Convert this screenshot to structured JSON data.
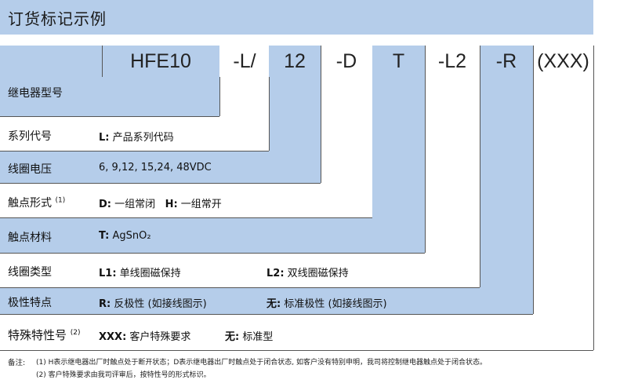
{
  "title": "订货标记示例",
  "codes": [
    "HFE10",
    "-L/",
    "12",
    "-D",
    "T",
    "-L2",
    "-R",
    "(XXX)"
  ],
  "rows": [
    {
      "label": "继电器型号",
      "sup": "",
      "desc": []
    },
    {
      "label": "系列代号",
      "sup": "",
      "desc": [
        {
          "key": "L:",
          "text": "产品系列代码"
        }
      ]
    },
    {
      "label": "线圈电压",
      "sup": "",
      "desc": [
        {
          "key": "",
          "text": "6, 9,12, 15,24, 48VDC"
        }
      ]
    },
    {
      "label": "触点形式",
      "sup": "(1)",
      "desc": [
        {
          "key": "D:",
          "text": "一组常闭"
        },
        {
          "key": "H:",
          "text": "一组常开"
        }
      ]
    },
    {
      "label": "触点材料",
      "sup": "",
      "desc": [
        {
          "key": "T:",
          "text": "AgSnO₂"
        }
      ]
    },
    {
      "label": "线圈类型",
      "sup": "",
      "desc": [
        {
          "key": "L1:",
          "text": "单线圈磁保持"
        },
        {
          "key": "L2:",
          "text": "双线圈磁保持"
        }
      ]
    },
    {
      "label": "极性特点",
      "sup": "",
      "desc": [
        {
          "key": "R:",
          "text": "反极性 (如接线图示)"
        },
        {
          "key": "无:",
          "text": "标准极性 (如接线图示)"
        }
      ]
    },
    {
      "label": "特殊特性号",
      "sup": "(2)",
      "desc": [
        {
          "key": "XXX:",
          "text": "客户特殊要求"
        },
        {
          "key": "无:",
          "text": "标准型"
        }
      ]
    }
  ],
  "notes": {
    "label": "备注:",
    "line1": "(1) H表示继电器出厂时触点处于断开状态；D表示继电器出厂时触点处于闭合状态, 如客户没有特别申明，我司将控制继电器触点处于闭合状态。",
    "line2": "(2) 客户特殊要求由我司评审后，按特性号的形式标识。"
  },
  "colors": {
    "blue": "#b5cdea",
    "line": "#555555"
  }
}
